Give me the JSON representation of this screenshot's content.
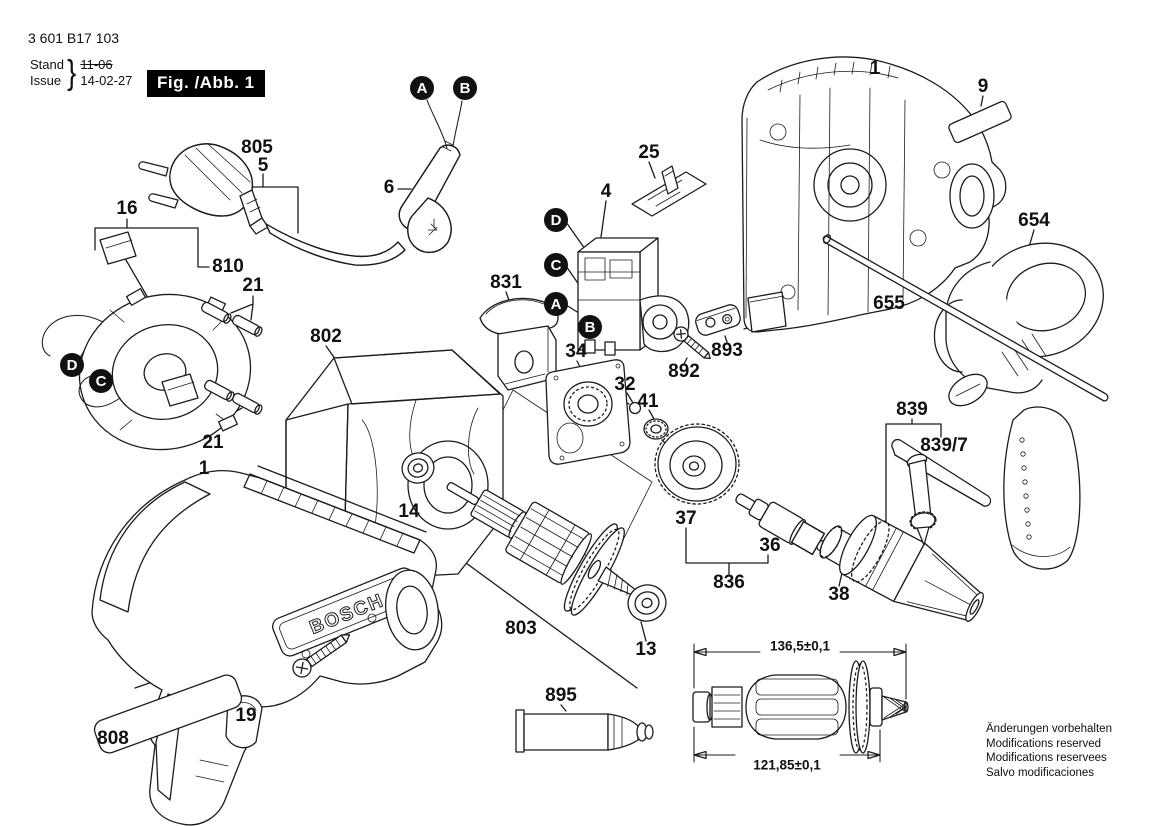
{
  "doc": {
    "part_number": "3 601 B17 103",
    "stand_label": "Stand",
    "issue_label": "Issue",
    "brace": "}",
    "superseded_date": "11-06",
    "issue_date": "14-02-27",
    "figure_label": "Fig. /Abb. 1"
  },
  "brand_logo": "BOSCH",
  "legal": {
    "lines": [
      "Änderungen vorbehalten",
      "Modifications reserved",
      "Modifications reservees",
      "Salvo modificaciones"
    ]
  },
  "dimensions": {
    "overall_length": "136,5±0,1",
    "armature_length": "121,85±0,1"
  },
  "colors": {
    "ink": "#1c1c1c",
    "figbox_bg": "#000000",
    "figbox_text": "#ffffff"
  },
  "callouts": [
    {
      "label": "805"
    },
    {
      "label": "5"
    },
    {
      "label": "6"
    },
    {
      "label": "16"
    },
    {
      "label": "810"
    },
    {
      "label": "21"
    },
    {
      "label": "802"
    },
    {
      "label": "21"
    },
    {
      "label": "1"
    },
    {
      "label": "25"
    },
    {
      "label": "4"
    },
    {
      "label": "831"
    },
    {
      "label": "34"
    },
    {
      "label": "32"
    },
    {
      "label": "41"
    },
    {
      "label": "892"
    },
    {
      "label": "893"
    },
    {
      "label": "654"
    },
    {
      "label": "655"
    },
    {
      "label": "1"
    },
    {
      "label": "9"
    },
    {
      "label": "839"
    },
    {
      "label": "839/7"
    },
    {
      "label": "37"
    },
    {
      "label": "36"
    },
    {
      "label": "836"
    },
    {
      "label": "38"
    },
    {
      "label": "14"
    },
    {
      "label": "803"
    },
    {
      "label": "13"
    },
    {
      "label": "895"
    },
    {
      "label": "19"
    },
    {
      "label": "808"
    }
  ],
  "badges": [
    {
      "letter": "A"
    },
    {
      "letter": "B"
    },
    {
      "letter": "D"
    },
    {
      "letter": "C"
    },
    {
      "letter": "A"
    },
    {
      "letter": "B"
    },
    {
      "letter": "D"
    },
    {
      "letter": "C"
    }
  ]
}
